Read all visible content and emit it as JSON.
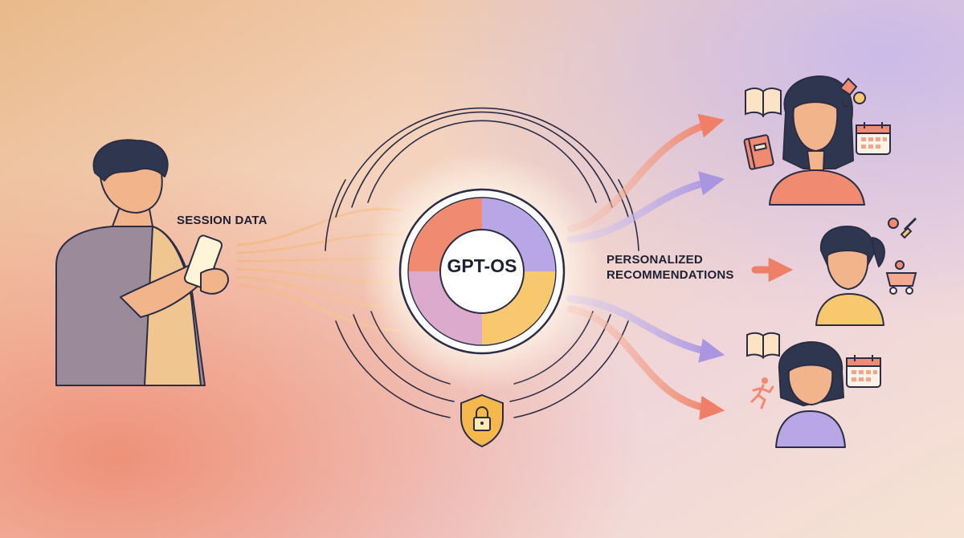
{
  "labels": {
    "session": "SESSION DATA",
    "hub": "GPT-OS",
    "recommendations_line1": "PERSONALIZED",
    "recommendations_line2": "RECOMMENDATIONS"
  },
  "colors": {
    "coral": "#f08a70",
    "lavender": "#b8a6e6",
    "pink": "#dcaacd",
    "yellow": "#f7c86e",
    "ink": "#1f2133",
    "shield": "#f6b84c"
  },
  "icons": [
    "person-with-phone",
    "privacy-shield-lock",
    "book-icon",
    "calendar-icon",
    "running-icon",
    "toy-icon"
  ]
}
